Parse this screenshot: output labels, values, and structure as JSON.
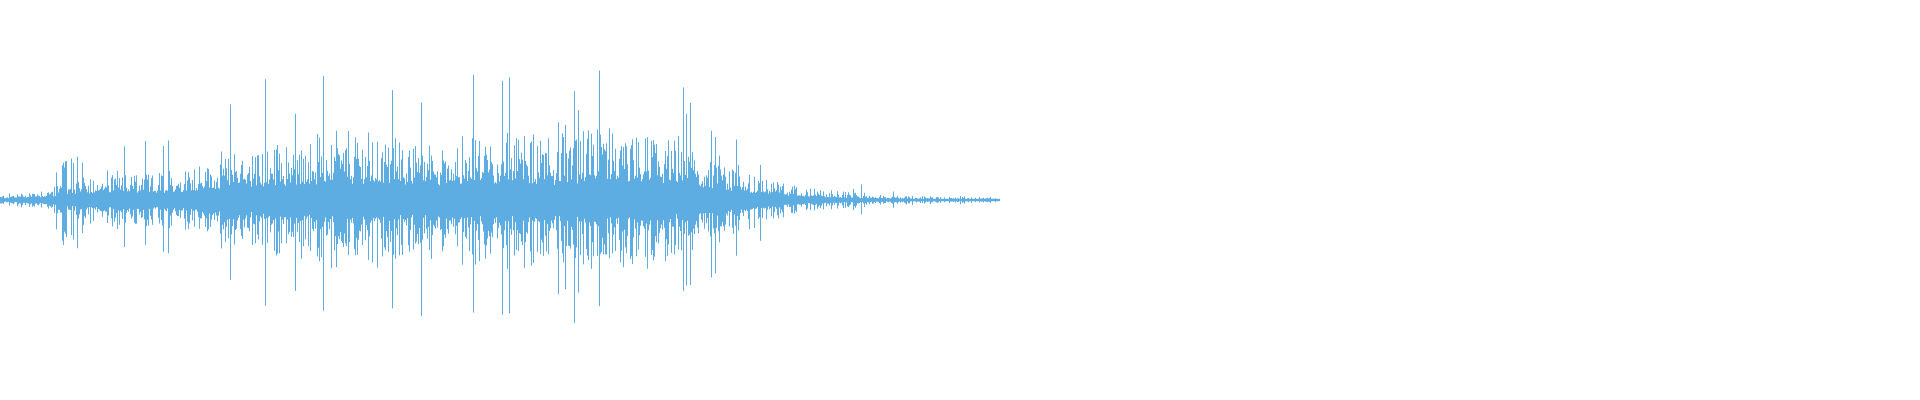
{
  "waveform": {
    "color": "#5dade2",
    "background": "#ffffff",
    "envelope": [
      0.02,
      0.05,
      0.12,
      0.1,
      0.15,
      0.2,
      0.24,
      0.26,
      0.25,
      0.24,
      0.26,
      0.25,
      0.27,
      0.28,
      0.2,
      0.12,
      0.05,
      0.03,
      0.02,
      0.015,
      0.01
    ]
  }
}
